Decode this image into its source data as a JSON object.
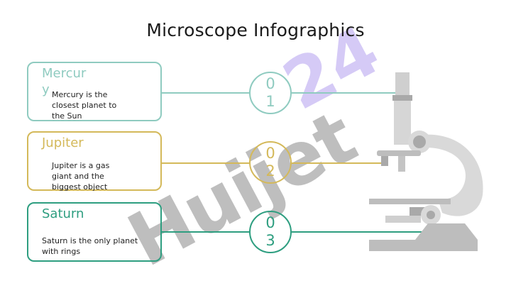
{
  "title": "Microscope Infographics",
  "items": [
    {
      "number_top": "0",
      "number_bottom": "1",
      "title": "Mercury",
      "description": "Mercury is the closest planet to the Sun",
      "color": "#8fcbc0"
    },
    {
      "number_top": "0",
      "number_bottom": "2",
      "title": "Jupiter",
      "description": "Jupiter is a gas giant and the biggest object",
      "color": "#d4b95a"
    },
    {
      "number_top": "0",
      "number_bottom": "3",
      "title": "Saturn",
      "description": "Saturn is the only planet with rings",
      "color": "#2e9e80"
    }
  ],
  "watermark": {
    "dark": "Huijet",
    "light": "24"
  },
  "colors": {
    "microscope": "#cfcfcf",
    "microscope_dark": "#a9a9a9"
  }
}
